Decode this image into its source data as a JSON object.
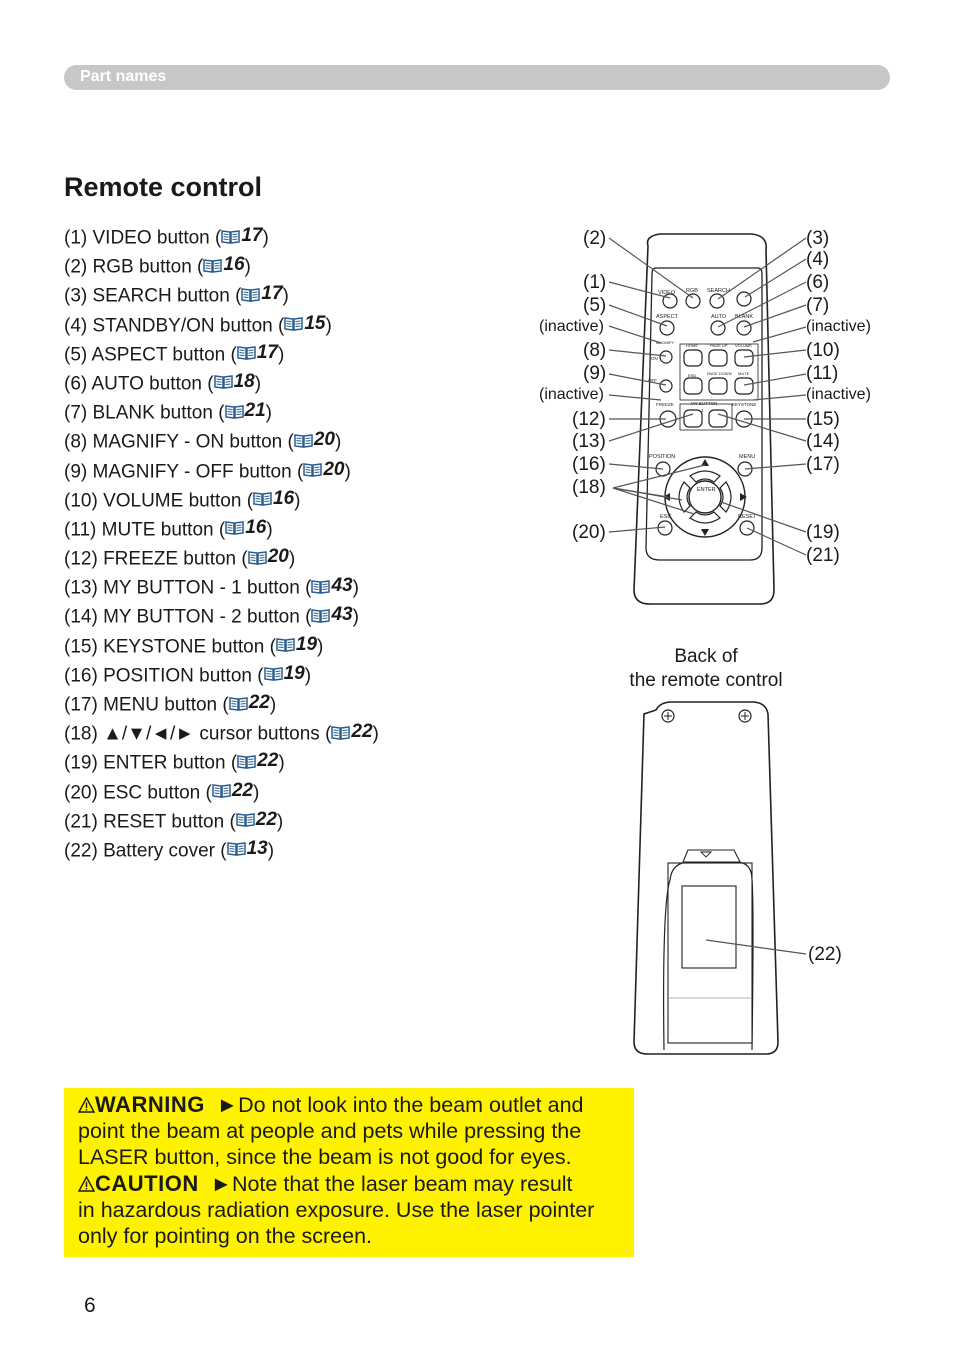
{
  "header": {
    "section": "Part names"
  },
  "title": "Remote control",
  "parts": [
    {
      "text": "(1) VIDEO button (",
      "page": "17",
      "end": ")"
    },
    {
      "text": "(2) RGB button (",
      "page": "16",
      "end": ")"
    },
    {
      "text": "(3) SEARCH button (",
      "page": "17",
      "end": ")"
    },
    {
      "text": "(4) STANDBY/ON button (",
      "page": "15",
      "end": ")"
    },
    {
      "text": "(5) ASPECT button (",
      "page": "17",
      "end": ")"
    },
    {
      "text": "(6) AUTO button (",
      "page": "18",
      "end": ")"
    },
    {
      "text": "(7) BLANK button (",
      "page": "21",
      "end": ")"
    },
    {
      "text": "(8) MAGNIFY - ON button (",
      "page": "20",
      "end": ")"
    },
    {
      "text": "(9) MAGNIFY - OFF button (",
      "page": "20",
      "end": ")"
    },
    {
      "text": "(10) VOLUME button (",
      "page": "16",
      "end": ")"
    },
    {
      "text": "(11) MUTE button (",
      "page": "16",
      "end": ")"
    },
    {
      "text": "(12) FREEZE button (",
      "page": "20",
      "end": ")"
    },
    {
      "text": "(13) MY BUTTON - 1 button (",
      "page": "43",
      "end": ")"
    },
    {
      "text": "(14) MY BUTTON - 2 button (",
      "page": "43",
      "end": ")"
    },
    {
      "text": "(15) KEYSTONE button (",
      "page": "19",
      "end": ")"
    },
    {
      "text": "(16) POSITION button (",
      "page": "19",
      "end": ")"
    },
    {
      "text": "(17) MENU button (",
      "page": "22",
      "end": ")"
    },
    {
      "text": "(18) ▲/▼/◄/► cursor buttons (",
      "page": "22",
      "end": ")"
    },
    {
      "text": "(19) ENTER button (",
      "page": "22",
      "end": ")"
    },
    {
      "text": "(20) ESC button (",
      "page": "22",
      "end": ")"
    },
    {
      "text": "(21) RESET button (",
      "page": "22",
      "end": ")"
    },
    {
      "text": "(22) Battery cover (",
      "page": "13",
      "end": ")"
    }
  ],
  "front_labels": {
    "l2": "(2)",
    "l1": "(1)",
    "l5": "(5)",
    "inactive_left_1": "(inactive)",
    "l8": "(8)",
    "l9": "(9)",
    "inactive_left_2": "(inactive)",
    "l12": "(12)",
    "l13": "(13)",
    "l16": "(16)",
    "l18": "(18)",
    "l20": "(20)",
    "l3": "(3)",
    "l4": "(4)",
    "l6": "(6)",
    "l7": "(7)",
    "inactive_right_1": "(inactive)",
    "l10": "(10)",
    "l11": "(11)",
    "inactive_right_2": "(inactive)",
    "l15": "(15)",
    "l14": "(14)",
    "l17": "(17)",
    "l19": "(19)",
    "l21": "(21)"
  },
  "remote_keys": {
    "video": "VIDEO",
    "rgb": "RGB",
    "search": "SEARCH",
    "aspect": "ASPECT",
    "auto": "AUTO",
    "blank": "BLANK",
    "magnify": "MAGNIFY",
    "on": "ON",
    "off": "OFF",
    "home": "HOME",
    "page_up": "PAGE UP",
    "volume": "VOLUME",
    "end": "END",
    "page_down": "PAGE DOWN",
    "mute": "MUTE",
    "freeze": "FREEZE",
    "my_button": "MY BUTTON",
    "my_button_1": "1",
    "keystone": "KEYSTONE",
    "position": "POSITION",
    "menu": "MENU",
    "enter": "ENTER",
    "esc": "ESC",
    "reset": "RESET"
  },
  "back": {
    "caption_line1": "Back of",
    "caption_line2": "the remote control",
    "label": "(22)"
  },
  "warning": {
    "warning_label": "WARNING",
    "warning_text_1": "Do not look into the beam outlet and",
    "warning_text_2": "point the beam at people and pets while pressing the",
    "warning_text_3": "LASER button, since the beam is not good for eyes.",
    "caution_label": "CAUTION",
    "caution_text_1": "Note that the laser beam may result",
    "caution_text_2": "in hazardous radiation exposure. Use the laser pointer",
    "caution_text_3": "only for pointing on the screen."
  },
  "page_number": "6",
  "colors": {
    "section_bar": "#c7c7c7",
    "warning_bg": "#fff200",
    "ref_icon": "#2a5d8f"
  }
}
